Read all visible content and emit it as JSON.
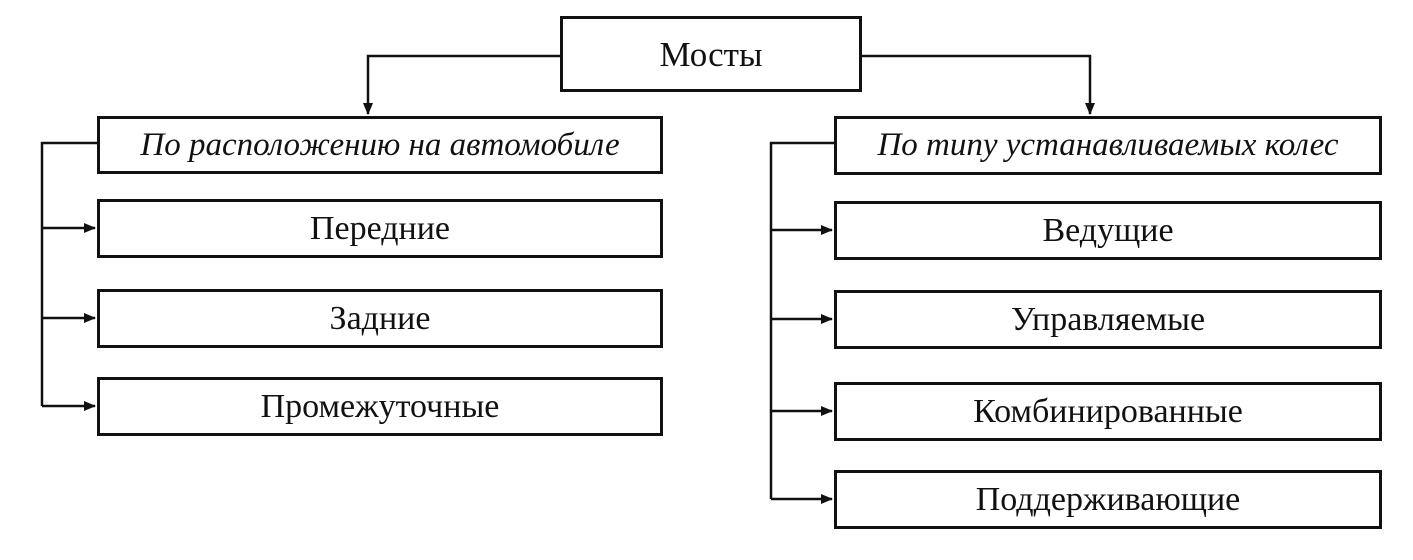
{
  "root": {
    "label": "Мосты"
  },
  "left": {
    "header": "По расположению на автомобиле",
    "items": [
      "Передние",
      "Задние",
      "Промежуточные"
    ]
  },
  "right": {
    "header": "По типу устанавливаемых колес",
    "items": [
      "Ведущие",
      "Управляемые",
      "Комбинированные",
      "Поддерживающие"
    ]
  },
  "colors": {
    "line": "#111111",
    "background": "#ffffff"
  }
}
